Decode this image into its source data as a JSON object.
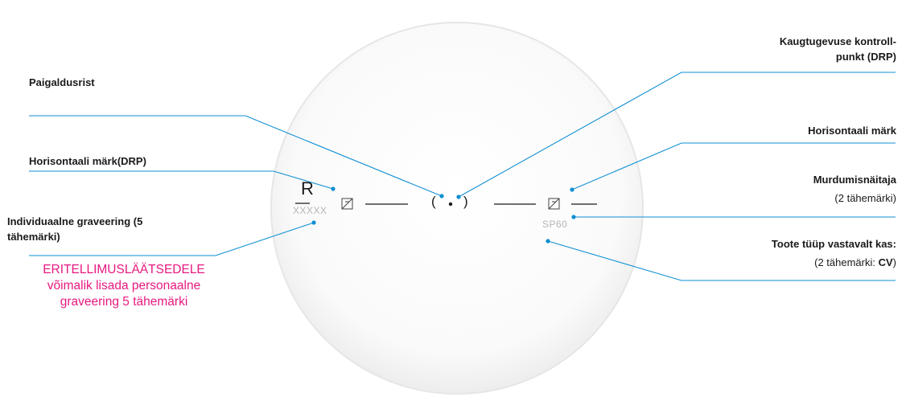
{
  "labels": {
    "paigaldusrist": "Paigaldusrist",
    "horisontaali_drp": "Horisontaali märk(DRP)",
    "individuaalne_line1": "Individuaalne graveering (5",
    "individuaalne_line2": "tähemärki)",
    "kaugtugevuse_line1": "Kaugtugevuse kontroll-",
    "kaugtugevuse_line2": "punkt (DRP)",
    "horisontaali_right": "Horisontaali märk",
    "murdumis_title": "Murdumisnäitaja",
    "murdumis_sub": "(2 tähemärki)",
    "toote_title": "Toote tüüp vastavalt kas:",
    "toote_sub_prefix": "(2 tähemärki: ",
    "toote_sub_bold": "CV",
    "toote_sub_suffix": ")"
  },
  "promo": {
    "line1": "ERITELLIMUSLÄÄTSEDELE",
    "line2": "võimalik lisada personaalne",
    "line3": "graveering 5 tähemärki"
  },
  "lens": {
    "side_letter": "R",
    "engraving_left": "XXXXX",
    "engraving_right": "SP60",
    "paren_open": "(",
    "paren_close": ")"
  },
  "colors": {
    "leader_line": "#0f8fd3",
    "dot": "#0f8fd3",
    "promo_text": "#e6197f",
    "lens_edge": "#e8e8e8",
    "engraving": "#b5b5b5"
  },
  "icons": [
    "horizontal-mark-icon-left",
    "horizontal-mark-icon-right",
    "center-dot-icon"
  ]
}
